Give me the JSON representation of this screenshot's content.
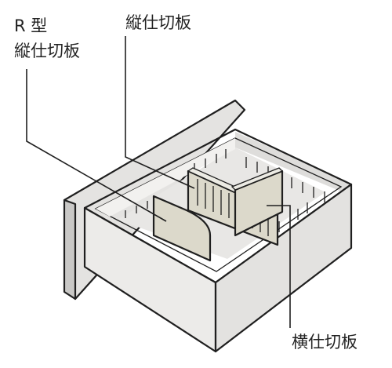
{
  "labels": {
    "r_type": "R 型",
    "r_type_line2": "縦仕切板",
    "vertical_divider": "縦仕切板",
    "horizontal_divider": "横仕切板"
  },
  "colors": {
    "drawer_body": "#ecebe9",
    "drawer_shadow": "#d9d8d6",
    "divider_panel": "#dcd9cb",
    "outline": "#1f1f1f"
  }
}
